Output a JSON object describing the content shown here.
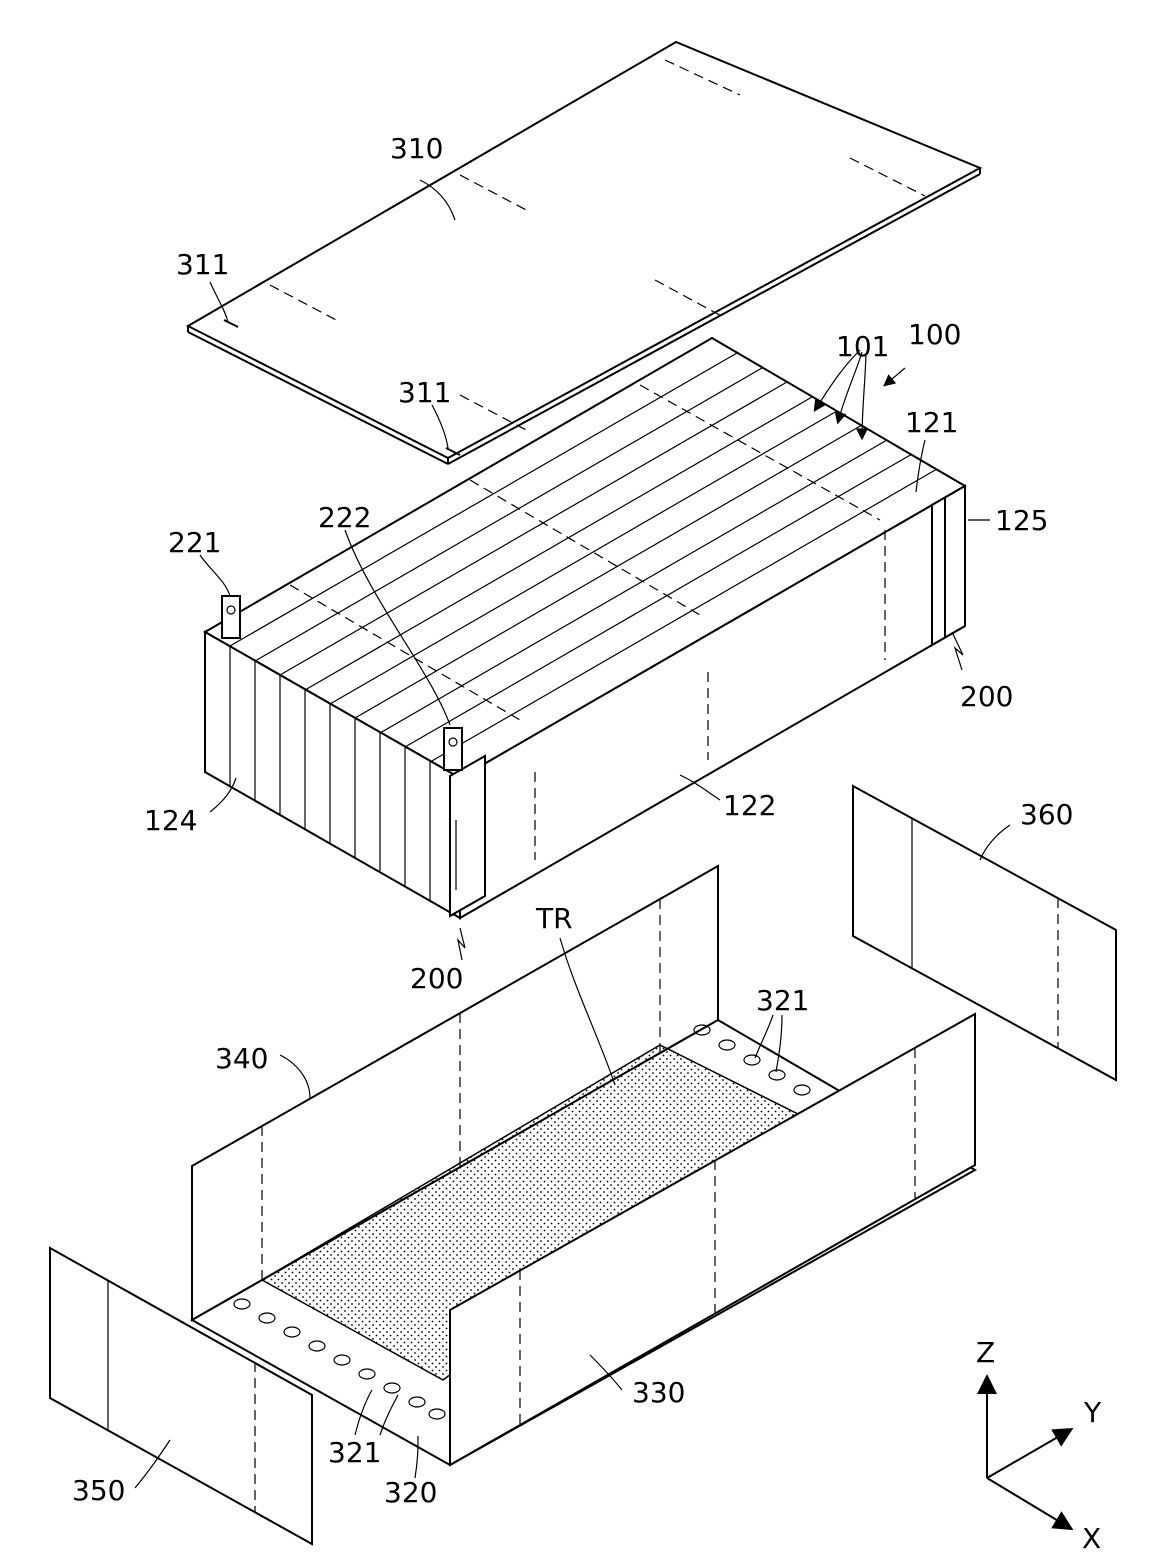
{
  "labels": {
    "cover_plate": "310",
    "cover_marks": "311",
    "module": "100",
    "cells": "101",
    "cell_top": "121",
    "cell_side": "122",
    "cell_front": "124",
    "end_plate": "125",
    "terminal_a": "221",
    "terminal_b": "222",
    "bus_assembly": "200",
    "thermal_resin": "TR",
    "floor": "320",
    "holes": "321",
    "side_wall_front": "330",
    "side_wall_back": "340",
    "end_wall_front": "350",
    "end_wall_back": "360"
  },
  "axes": {
    "z": "Z",
    "y": "Y",
    "x": "X"
  }
}
